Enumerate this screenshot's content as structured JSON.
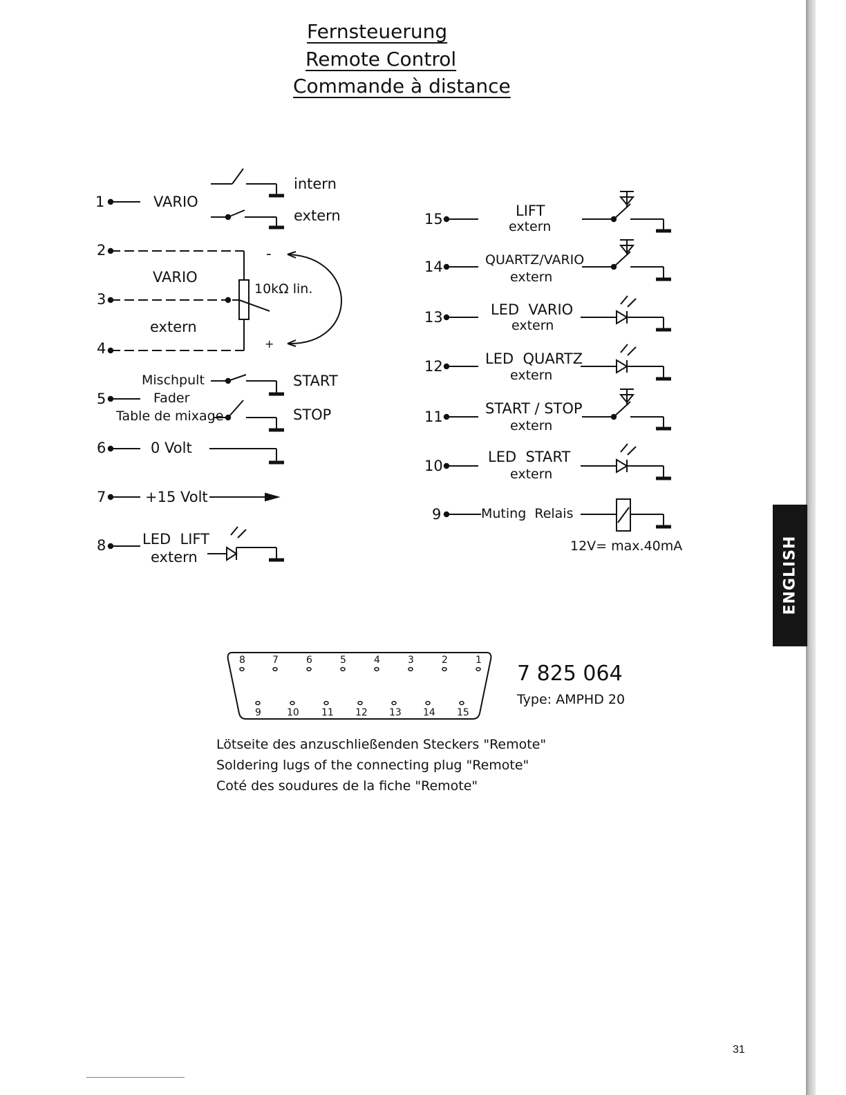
{
  "titles": [
    "Fernsteuerung",
    "Remote Control",
    "Commande à distance"
  ],
  "left": {
    "pin1": {
      "num": "1",
      "label": "VARIO",
      "sw_upper": "intern",
      "sw_lower": "extern"
    },
    "pot": {
      "pin2": "2",
      "pin3": "3",
      "pin4": "4",
      "label_top": "VARIO",
      "label_bottom": "extern",
      "value": "10kΩ lin.",
      "minus": "-",
      "plus": "+"
    },
    "pin5": {
      "num": "5",
      "line1": "Mischpult",
      "line2": "Fader",
      "line3": "Table de mixage",
      "start": "START",
      "stop": "STOP"
    },
    "pin6": {
      "num": "6",
      "label": "0 Volt"
    },
    "pin7": {
      "num": "7",
      "label": "+15 Volt"
    },
    "pin8": {
      "num": "8",
      "line1": "LED  LIFT",
      "line2": "extern"
    }
  },
  "right": {
    "pin15": {
      "num": "15",
      "line1": "LIFT",
      "line2": "extern"
    },
    "pin14": {
      "num": "14",
      "line1": "QUARTZ/VARIO",
      "line2": "extern"
    },
    "pin13": {
      "num": "13",
      "line1": "LED  VARIO",
      "line2": "extern"
    },
    "pin12": {
      "num": "12",
      "line1": "LED  QUARTZ",
      "line2": "extern"
    },
    "pin11": {
      "num": "11",
      "line1": "START / STOP",
      "line2": "extern"
    },
    "pin10": {
      "num": "10",
      "line1": "LED  START",
      "line2": "extern"
    },
    "pin9": {
      "num": "9",
      "label": "Muting  Relais",
      "rating": "12V= max.40mA"
    }
  },
  "connector": {
    "top_pins": [
      "8",
      "7",
      "6",
      "5",
      "4",
      "3",
      "2",
      "1"
    ],
    "bottom_pins": [
      "9",
      "10",
      "11",
      "12",
      "13",
      "14",
      "15"
    ],
    "part_number": "7 825 064",
    "type": "Type: AMPHD 20"
  },
  "caption": [
    "Lötseite des anzuschließenden Steckers \"Remote\"",
    "Soldering lugs of the connecting plug \"Remote\"",
    "Coté des soudures de la fiche \"Remote\""
  ],
  "side_tab": "ENGLISH",
  "page_number": "31"
}
